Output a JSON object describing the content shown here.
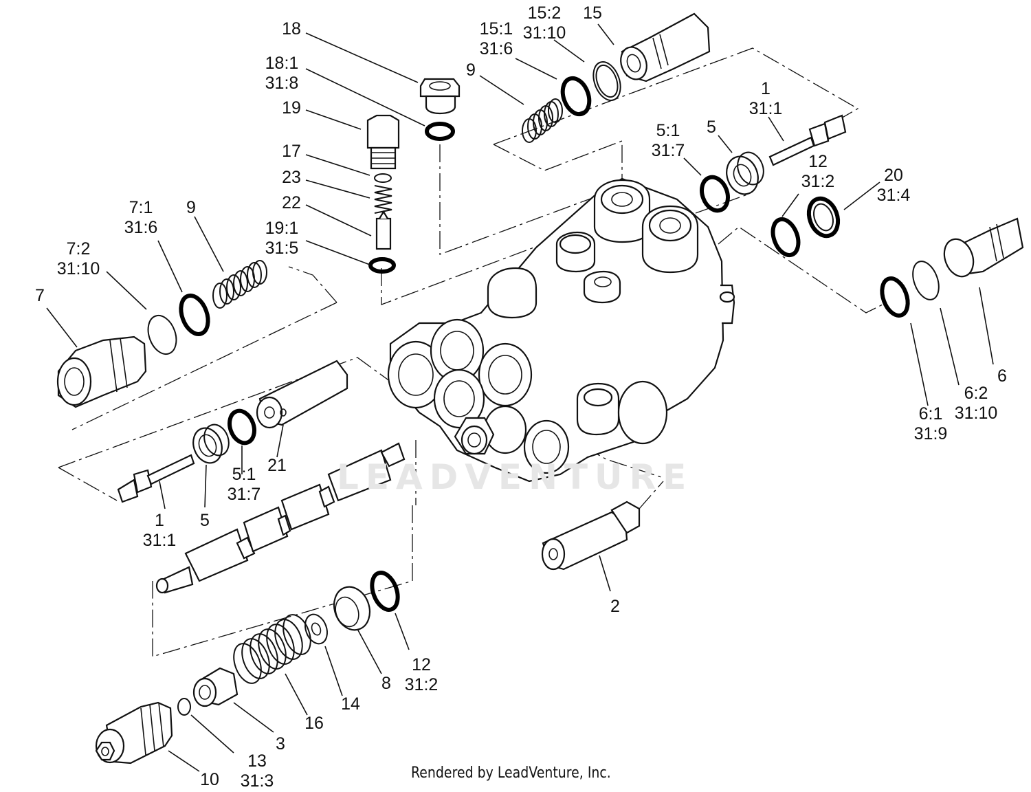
{
  "watermark": "LEADVENTURE",
  "footer": "Rendered by LeadVenture, Inc.",
  "callouts": [
    {
      "id": "c-18",
      "lines": [
        "18"
      ]
    },
    {
      "id": "c-18-1",
      "lines": [
        "18:1",
        "31:8"
      ]
    },
    {
      "id": "c-19",
      "lines": [
        "19"
      ]
    },
    {
      "id": "c-17",
      "lines": [
        "17"
      ]
    },
    {
      "id": "c-23",
      "lines": [
        "23"
      ]
    },
    {
      "id": "c-22",
      "lines": [
        "22"
      ]
    },
    {
      "id": "c-19-1",
      "lines": [
        "19:1",
        "31:5"
      ]
    },
    {
      "id": "c-15-2",
      "lines": [
        "15:2",
        "31:10"
      ]
    },
    {
      "id": "c-15",
      "lines": [
        "15"
      ]
    },
    {
      "id": "c-15-1",
      "lines": [
        "15:1",
        "31:6"
      ]
    },
    {
      "id": "c-9-top",
      "lines": [
        "9"
      ]
    },
    {
      "id": "c-1-top",
      "lines": [
        "1",
        "31:1"
      ]
    },
    {
      "id": "c-5-1-top",
      "lines": [
        "5:1",
        "31:7"
      ]
    },
    {
      "id": "c-5-top",
      "lines": [
        "5"
      ]
    },
    {
      "id": "c-12-top",
      "lines": [
        "12",
        "31:2"
      ]
    },
    {
      "id": "c-20",
      "lines": [
        "20",
        "31:4"
      ]
    },
    {
      "id": "c-7-1",
      "lines": [
        "7:1",
        "31:6"
      ]
    },
    {
      "id": "c-9-left",
      "lines": [
        "9"
      ]
    },
    {
      "id": "c-7-2",
      "lines": [
        "7:2",
        "31:10"
      ]
    },
    {
      "id": "c-7",
      "lines": [
        "7"
      ]
    },
    {
      "id": "c-6",
      "lines": [
        "6"
      ]
    },
    {
      "id": "c-6-2",
      "lines": [
        "6:2",
        "31:10"
      ]
    },
    {
      "id": "c-6-1",
      "lines": [
        "6:1",
        "31:9"
      ]
    },
    {
      "id": "c-21",
      "lines": [
        "21"
      ]
    },
    {
      "id": "c-5-1-left",
      "lines": [
        "5:1",
        "31:7"
      ]
    },
    {
      "id": "c-5-left",
      "lines": [
        "5"
      ]
    },
    {
      "id": "c-1-left",
      "lines": [
        "1",
        "31:1"
      ]
    },
    {
      "id": "c-2",
      "lines": [
        "2"
      ]
    },
    {
      "id": "c-12-bottom",
      "lines": [
        "12",
        "31:2"
      ]
    },
    {
      "id": "c-8",
      "lines": [
        "8"
      ]
    },
    {
      "id": "c-14",
      "lines": [
        "14"
      ]
    },
    {
      "id": "c-16",
      "lines": [
        "16"
      ]
    },
    {
      "id": "c-3",
      "lines": [
        "3"
      ]
    },
    {
      "id": "c-13",
      "lines": [
        "13",
        "31:3"
      ]
    },
    {
      "id": "c-10",
      "lines": [
        "10"
      ]
    }
  ]
}
